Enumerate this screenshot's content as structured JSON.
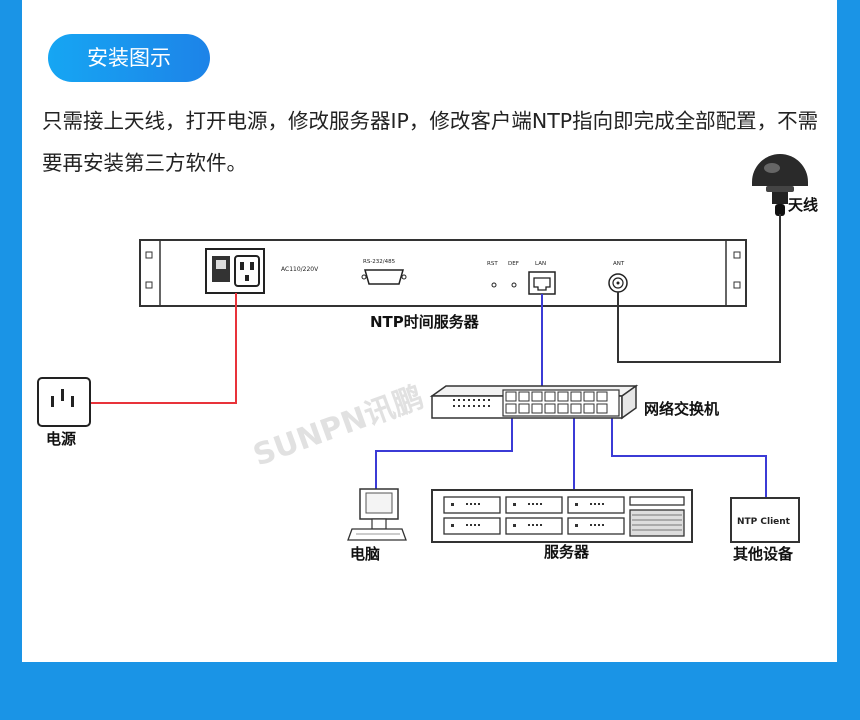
{
  "header": {
    "title": "安装图示"
  },
  "intro": {
    "text": "只需接上天线，打开电源，修改服务器IP，修改客户端NTP指向即完成全部配置，不需要再安装第三方软件。"
  },
  "server_panel": {
    "name": "NTP时间服务器",
    "power_spec": "AC110/220V",
    "serial_label": "RS-232/485",
    "rst_label": "RST",
    "def_label": "DEF",
    "lan_label": "LAN",
    "ant_label": "ANT"
  },
  "labels": {
    "antenna": "天线",
    "power": "电源",
    "switch": "网络交换机",
    "pc": "电脑",
    "servers": "服务器",
    "other": "其他设备",
    "ntp_client": "NTP Client"
  },
  "watermark": "SUNPN讯鹏",
  "colors": {
    "power_line": "#e8333a",
    "network_line": "#3b3bd6",
    "ant_line": "#333333",
    "accent": "#1a94e6"
  }
}
